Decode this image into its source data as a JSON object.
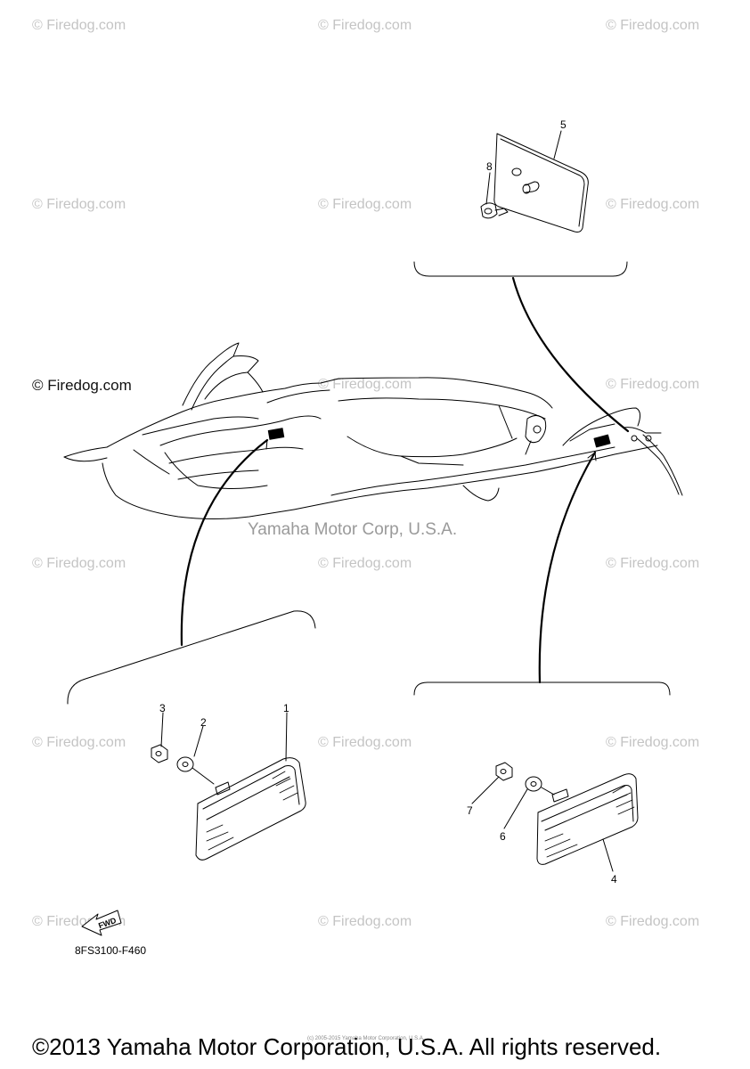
{
  "watermarks": {
    "text": "© Firedog.com",
    "emphasized": "© Firedog.com"
  },
  "callouts": [
    "1",
    "2",
    "3",
    "4",
    "5",
    "6",
    "7",
    "8"
  ],
  "fwd_label": "FWD",
  "part_code": "8FS3100-F460",
  "corp_watermark": "Yamaha Motor Corp, U.S.A.",
  "tiny_credit": "(c) 2005-2015 Yamaha Motor Corporation, U.S.A.",
  "copyright": "©2013 Yamaha Motor Corporation, U.S.A. All rights reserved."
}
